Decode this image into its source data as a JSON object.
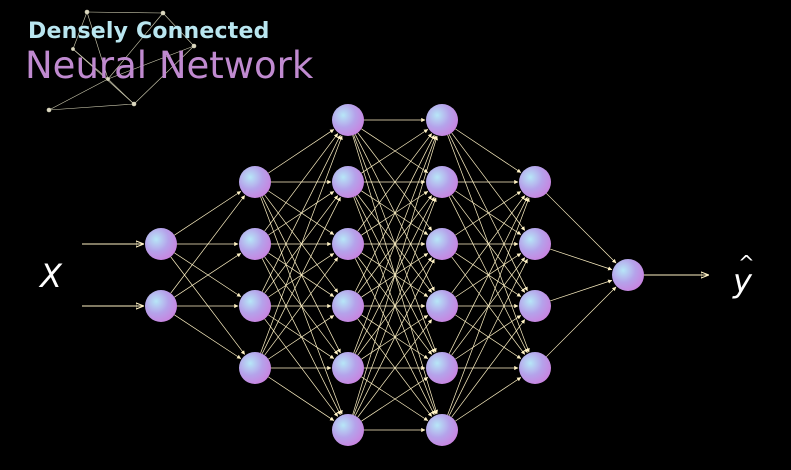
{
  "title": {
    "line1": "Densely Connected",
    "line2": "Neural Network"
  },
  "input_label": "X",
  "output_label": "y",
  "output_hat": "^",
  "network": {
    "type": "densely-connected",
    "layer_sizes": [
      2,
      4,
      6,
      6,
      4,
      1
    ],
    "input_arrows": 2,
    "output_arrows": 1
  },
  "colors": {
    "background": "#000000",
    "edge": "#fff2c4",
    "node_gradient_start": "#a7d7f2",
    "node_gradient_end": "#c98ae6",
    "title_line1": "#b9e6f0",
    "title_line2": "#c08ad0"
  }
}
